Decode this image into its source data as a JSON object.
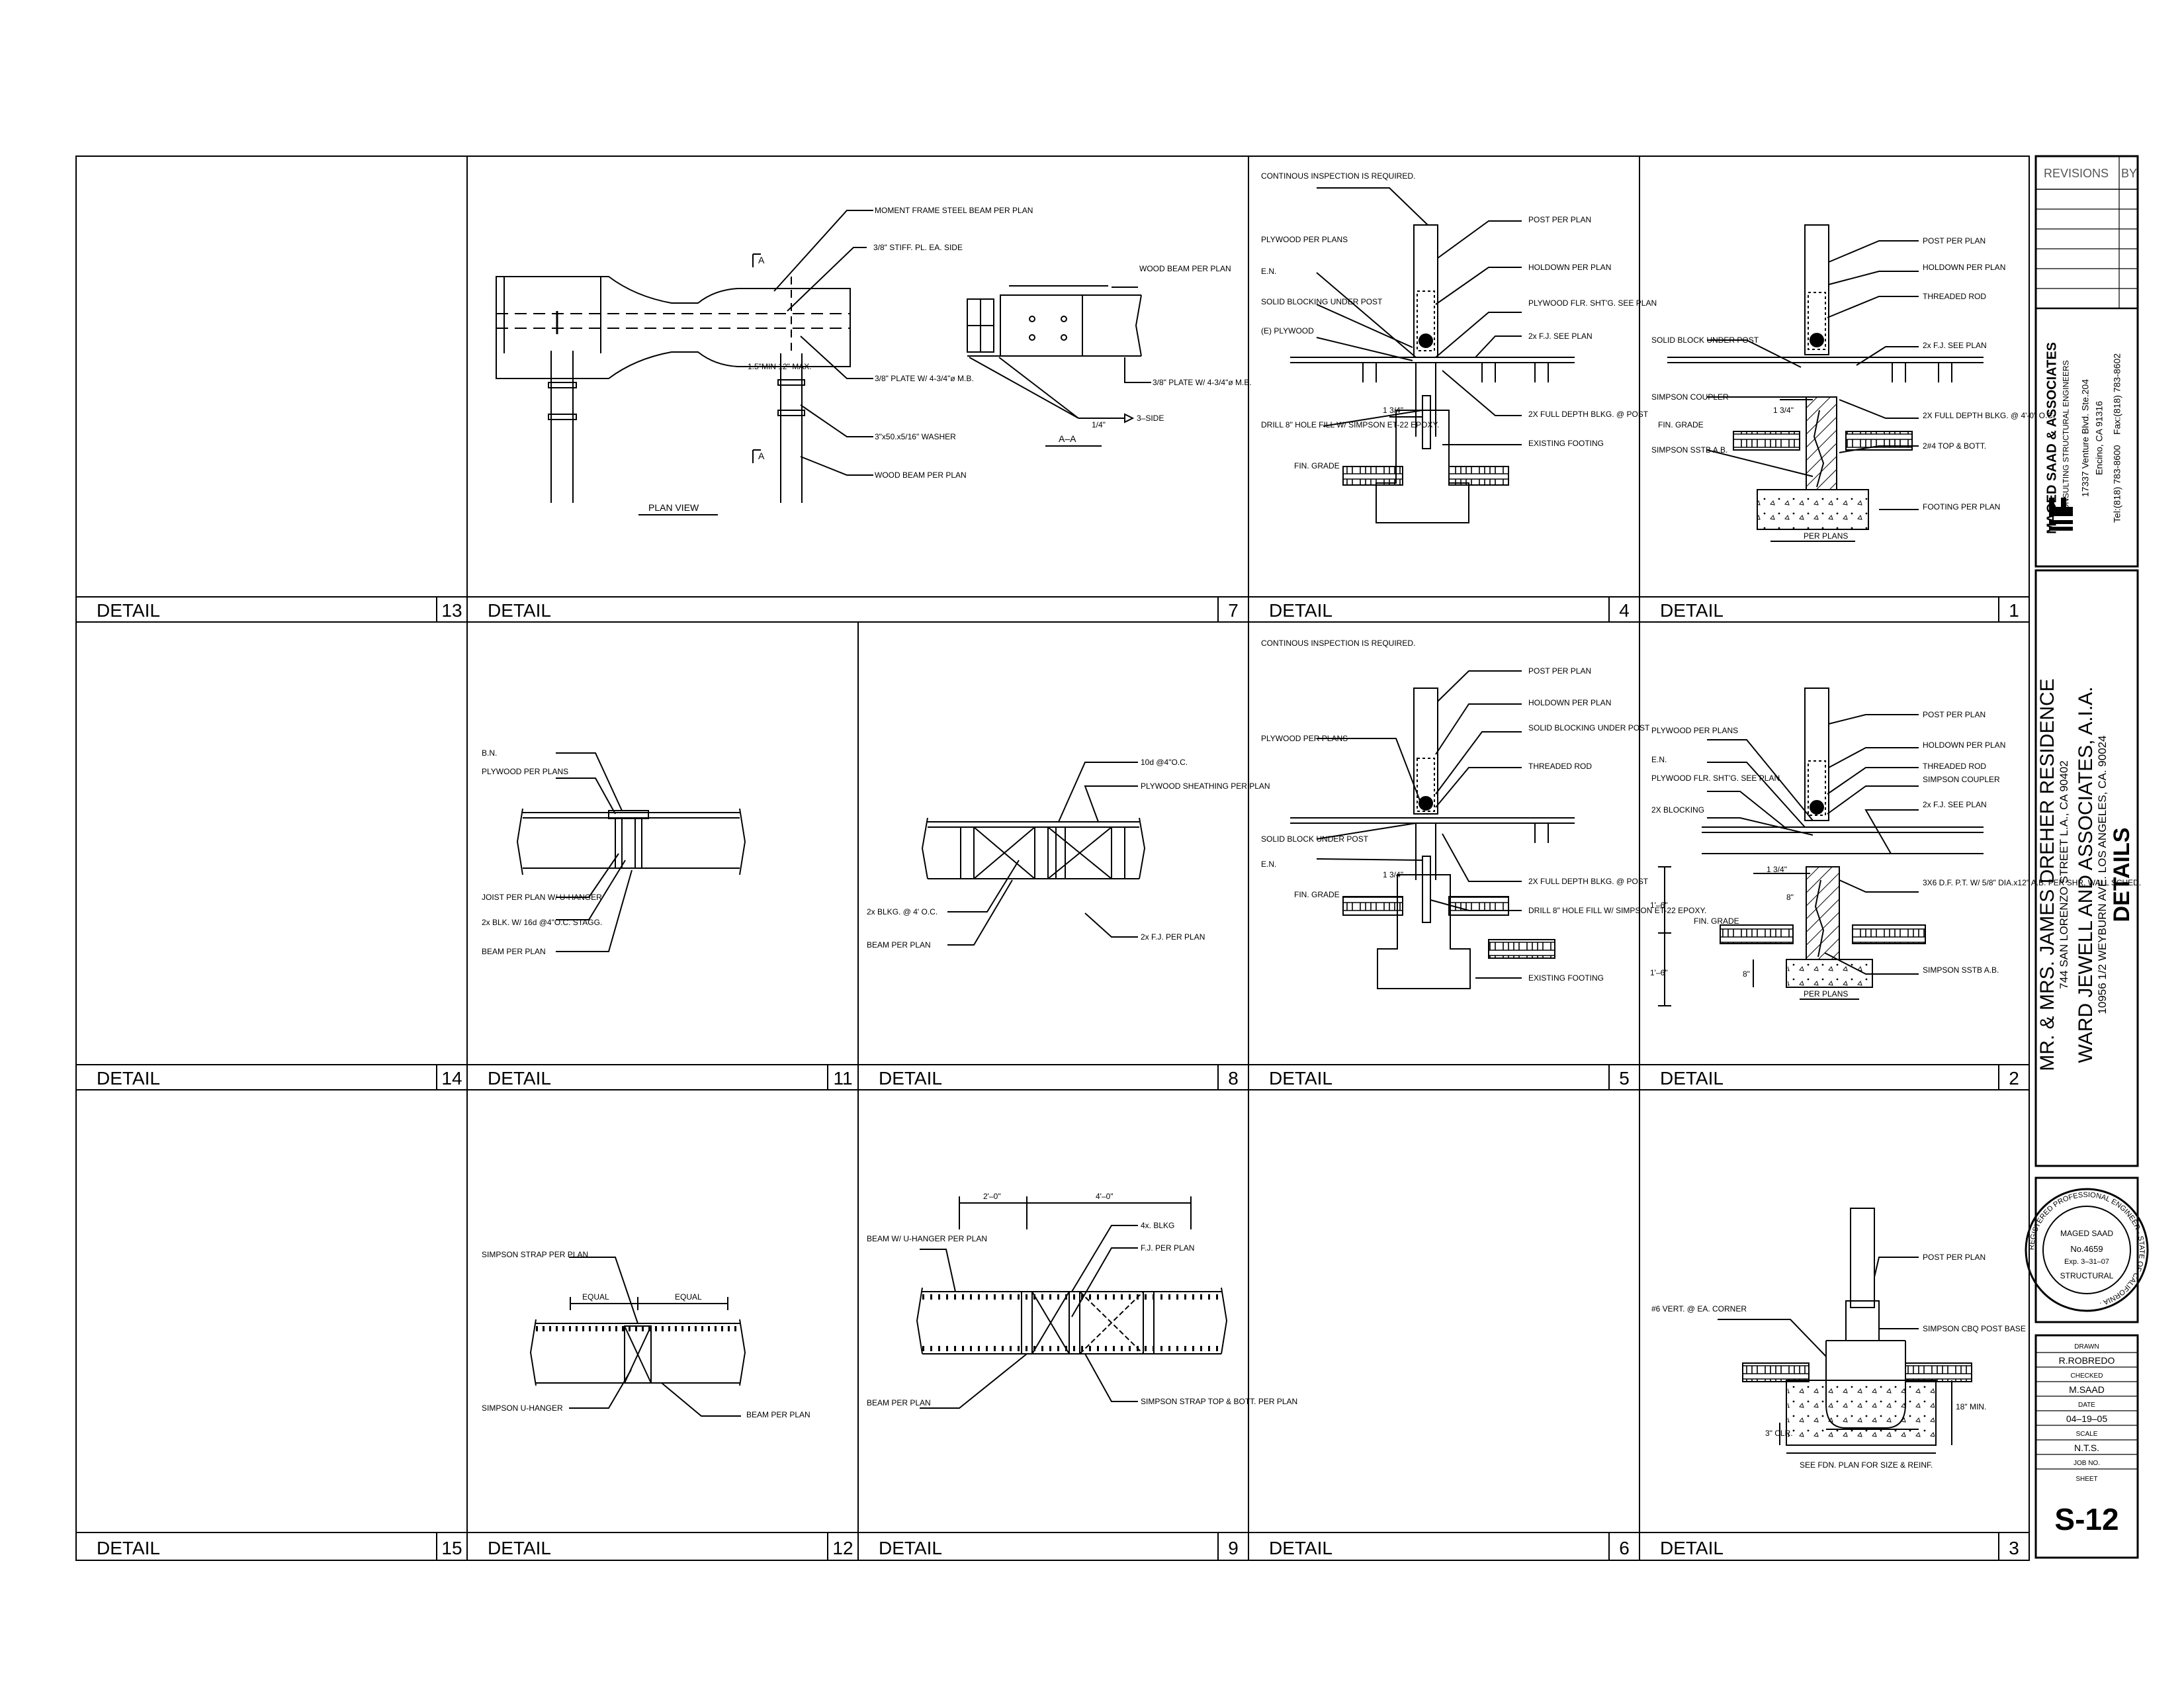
{
  "details": [
    {
      "id": "d13",
      "title": "DETAIL",
      "number": "13"
    },
    {
      "id": "d7",
      "title": "DETAIL",
      "number": "7"
    },
    {
      "id": "d4",
      "title": "DETAIL",
      "number": "4"
    },
    {
      "id": "d1",
      "title": "DETAIL",
      "number": "1"
    },
    {
      "id": "d14",
      "title": "DETAIL",
      "number": "14"
    },
    {
      "id": "d11",
      "title": "DETAIL",
      "number": "11"
    },
    {
      "id": "d8",
      "title": "DETAIL",
      "number": "8"
    },
    {
      "id": "d5",
      "title": "DETAIL",
      "number": "5"
    },
    {
      "id": "d2",
      "title": "DETAIL",
      "number": "2"
    },
    {
      "id": "d15",
      "title": "DETAIL",
      "number": "15"
    },
    {
      "id": "d12",
      "title": "DETAIL",
      "number": "12"
    },
    {
      "id": "d9",
      "title": "DETAIL",
      "number": "9"
    },
    {
      "id": "d6",
      "title": "DETAIL",
      "number": "6"
    },
    {
      "id": "d3",
      "title": "DETAIL",
      "number": "3"
    }
  ],
  "notes": {
    "d7": {
      "plan_view": "PLAN VIEW",
      "section": "A–A",
      "section_mark": "A",
      "moment_frame": "MOMENT FRAME STEEL BEAM PER PLAN",
      "stiff_pl": "3/8\" STIFF. PL. EA. SIDE",
      "plate": "3/8\" PLATE W/ 4-3/4\"ø M.B.",
      "washer": "3\"x50.x5/16\" WASHER",
      "wood_beam": "WOOD BEAM PER PLAN",
      "min": "1.5\"MIN 12\" MAX.",
      "side": "3–SIDE",
      "weld": "1/4\""
    },
    "d4": {
      "inspection": "CONTINOUS INSPECTION IS REQUIRED.",
      "plywood": "PLYWOOD PER PLANS",
      "en": "E.N.",
      "solid_blocking": "SOLID BLOCKING UNDER POST",
      "e_plywood": "(E) PLYWOOD",
      "post": "POST PER PLAN",
      "holdown": "HOLDOWN PER PLAN",
      "plywood_flr": "PLYWOOD FLR. SHT'G. SEE PLAN",
      "fj": "2x F.J. SEE PLAN",
      "drill": "DRILL 8\" HOLE FILL W/ SIMPSON ET-22 EPOXY.",
      "full_depth": "2X FULL DEPTH BLKG. @ POST",
      "existing": "EXISTING FOOTING",
      "fin_grade": "FIN. GRADE",
      "dim": "1 3/4\""
    },
    "d1": {
      "post": "POST PER PLAN",
      "holdown": "HOLDOWN PER PLAN",
      "threaded": "THREADED ROD",
      "solid_block": "SOLID BLOCK UNDER POST",
      "fj": "2x F.J. SEE PLAN",
      "coupler": "SIMPSON COUPLER",
      "fin_grade": "FIN. GRADE",
      "full_depth": "2X FULL DEPTH BLKG. @ 4'-0\" O.C.",
      "sstb": "SIMPSON SSTB A.B.",
      "top_bott": "2#4 TOP & BOTT.",
      "footing": "FOOTING PER PLAN",
      "per_plans": "PER PLANS",
      "dim": "1 3/4\""
    },
    "d11": {
      "bn": "B.N.",
      "plywood": "PLYWOOD PER PLANS",
      "joist": "JOIST PER PLAN W/ U-HANGER",
      "blk": "2x BLK. W/ 16d @4\"O.C. STAGG.",
      "beam": "BEAM PER PLAN"
    },
    "d8": {
      "nails": "10d @4\"O.C.",
      "sheathing": "PLYWOOD SHEATHING PER PLAN",
      "blkg": "2x BLKG. @ 4' O.C.",
      "beam": "BEAM PER PLAN",
      "fj": "2x F.J. PER PLAN"
    },
    "d5": {
      "inspection": "CONTINOUS INSPECTION IS REQUIRED.",
      "post": "POST PER PLAN",
      "holdown": "HOLDOWN PER PLAN",
      "solid_blocking": "SOLID BLOCKING UNDER POST",
      "plywood": "PLYWOOD PER PLANS",
      "threaded": "THREADED ROD",
      "solid_block": "SOLID BLOCK UNDER POST",
      "en": "E.N.",
      "full_depth": "2X FULL DEPTH BLKG. @ POST",
      "drill": "DRILL 8\" HOLE FILL W/ SIMPSON ET-22 EPOXY.",
      "fin_grade": "FIN. GRADE",
      "existing": "EXISTING FOOTING",
      "dim": "1 3/4\""
    },
    "d2": {
      "post": "POST PER PLAN",
      "plywood": "PLYWOOD PER PLANS",
      "en": "E.N.",
      "holdown": "HOLDOWN PER PLAN",
      "threaded": "THREADED ROD",
      "plywood_flr": "PLYWOOD FLR. SHT'G. SEE PLAN",
      "coupler": "SIMPSON COUPLER",
      "blocking": "2X BLOCKING",
      "fj": "2x F.J. SEE PLAN",
      "dim": "1 3/4\"",
      "plate": "3X6 D.F. P.T. W/ 5/8\" DIA.x12\" A.B. PER SHR. WALL SCHED.",
      "eight": "8\"",
      "fin_grade": "FIN. GRADE",
      "sstb": "SIMPSON SSTB A.B.",
      "per_plans": "PER PLANS",
      "dim_a": "1'–6\"",
      "dim_b": "1'–6\"",
      "dim_c": "8\""
    },
    "d12": {
      "strap": "SIMPSON STRAP PER PLAN",
      "equal1": "EQUAL",
      "equal2": "EQUAL",
      "hanger": "SIMPSON U-HANGER",
      "beam": "BEAM PER PLAN"
    },
    "d9": {
      "dim1": "2'–0\"",
      "dim2": "4'–0\"",
      "beam1": "BEAM W/ U-HANGER PER PLAN",
      "blkg": "4x. BLKG",
      "fj": "F.J. PER PLAN",
      "beam2": "BEAM PER PLAN",
      "strap": "SIMPSON STRAP TOP & BOTT. PER PLAN"
    },
    "d3": {
      "post": "POST PER PLAN",
      "vert": "#6 VERT. @ EA. CORNER",
      "base": "SIMPSON CBQ POST BASE",
      "clr": "3\" CLR.",
      "min": "18\" MIN.",
      "fdn": "SEE FDN. PLAN FOR SIZE & REINF."
    }
  },
  "title_block": {
    "revisions": {
      "label": "REVISIONS",
      "by": "BY"
    },
    "consultant": {
      "name": "MAGED SAAD & ASSOCIATES",
      "tagline": "CONSULTING STRUCTURAL ENGINEERS",
      "address1": "17337 Venture Blvd. Ste.204",
      "address2": "Encino, CA 91316",
      "tel": "Tel:(818) 783-8600",
      "fax": "Fax:(818) 783-8602"
    },
    "project": {
      "client": "MR. & MRS. JAMES DREHER   RESIDENCE",
      "client_address": "744 SAN LORENZO STREET L.A., CA 90402",
      "architect": "WARD JEWELL AND ASSOCIATES, A.I.A.",
      "architect_address": "10956 1/2 WEYBURN AVE.  LOS ANGELES, CA. 90024",
      "sheet_title": "DETAILS"
    },
    "seal": {
      "ring": "REGISTERED PROFESSIONAL ENGINEER · STATE OF CALIFORNIA ·",
      "name": "MAGED SAAD",
      "number": "No.4659",
      "expiry": "Exp. 3–31–07",
      "discipline": "STRUCTURAL"
    },
    "info": {
      "drawn_label": "DRAWN",
      "drawn": "R.ROBREDO",
      "checked_label": "CHECKED",
      "checked": "M.SAAD",
      "date_label": "DATE",
      "date": "04–19–05",
      "scale_label": "SCALE",
      "scale": "N.T.S.",
      "job_label": "JOB NO.",
      "job": "",
      "sheet_label": "SHEET",
      "sheet": "S-12"
    }
  }
}
